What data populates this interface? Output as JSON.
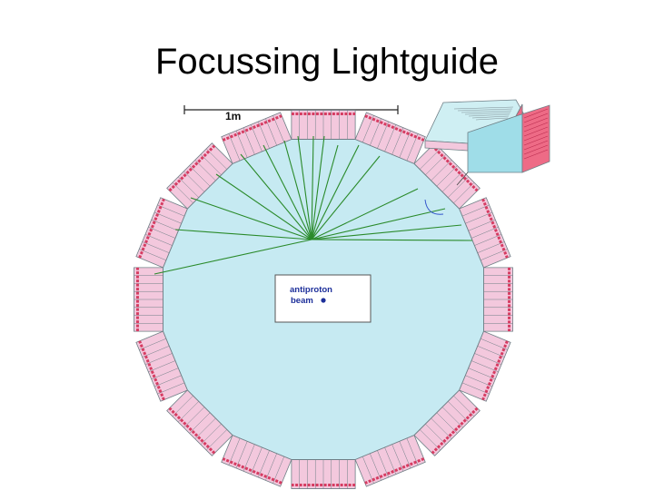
{
  "title": "Focussing Lightguide",
  "scale_label": "1m",
  "beam_label_line1": "antiproton",
  "beam_label_line2": "beam",
  "colors": {
    "barrel_fill": "#c6eaf2",
    "outline": "#6f7f86",
    "module_fill": "#f3c8dd",
    "module_stripe": "#d63c62",
    "rays": "#2a8a2a",
    "beam_text": "#1d2f9a",
    "inset_fill": "#9fdde8"
  },
  "icons": [
    "scale-bar-icon",
    "beam-dot-icon"
  ]
}
